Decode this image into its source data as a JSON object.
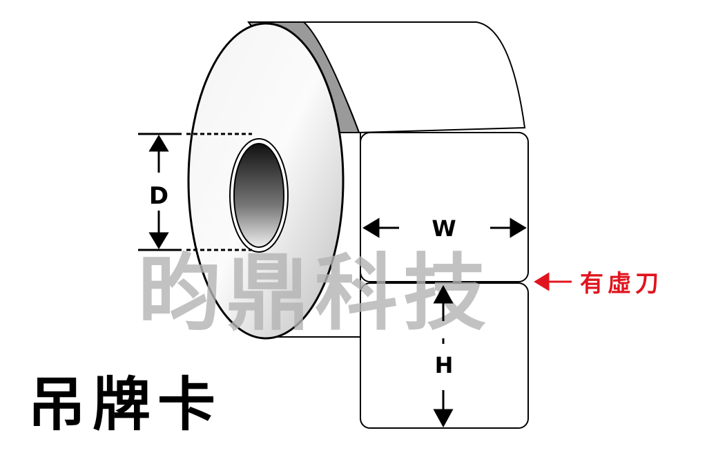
{
  "diagram": {
    "dim_d": "D",
    "dim_w": "W",
    "dim_h": "H",
    "die_cut_note": "有虛刀",
    "product_name": "吊牌卡",
    "watermark": "昀鼎科技",
    "colors": {
      "note": "#e0141e",
      "watermark": "#b4b4b4",
      "ink": "#000000"
    }
  }
}
